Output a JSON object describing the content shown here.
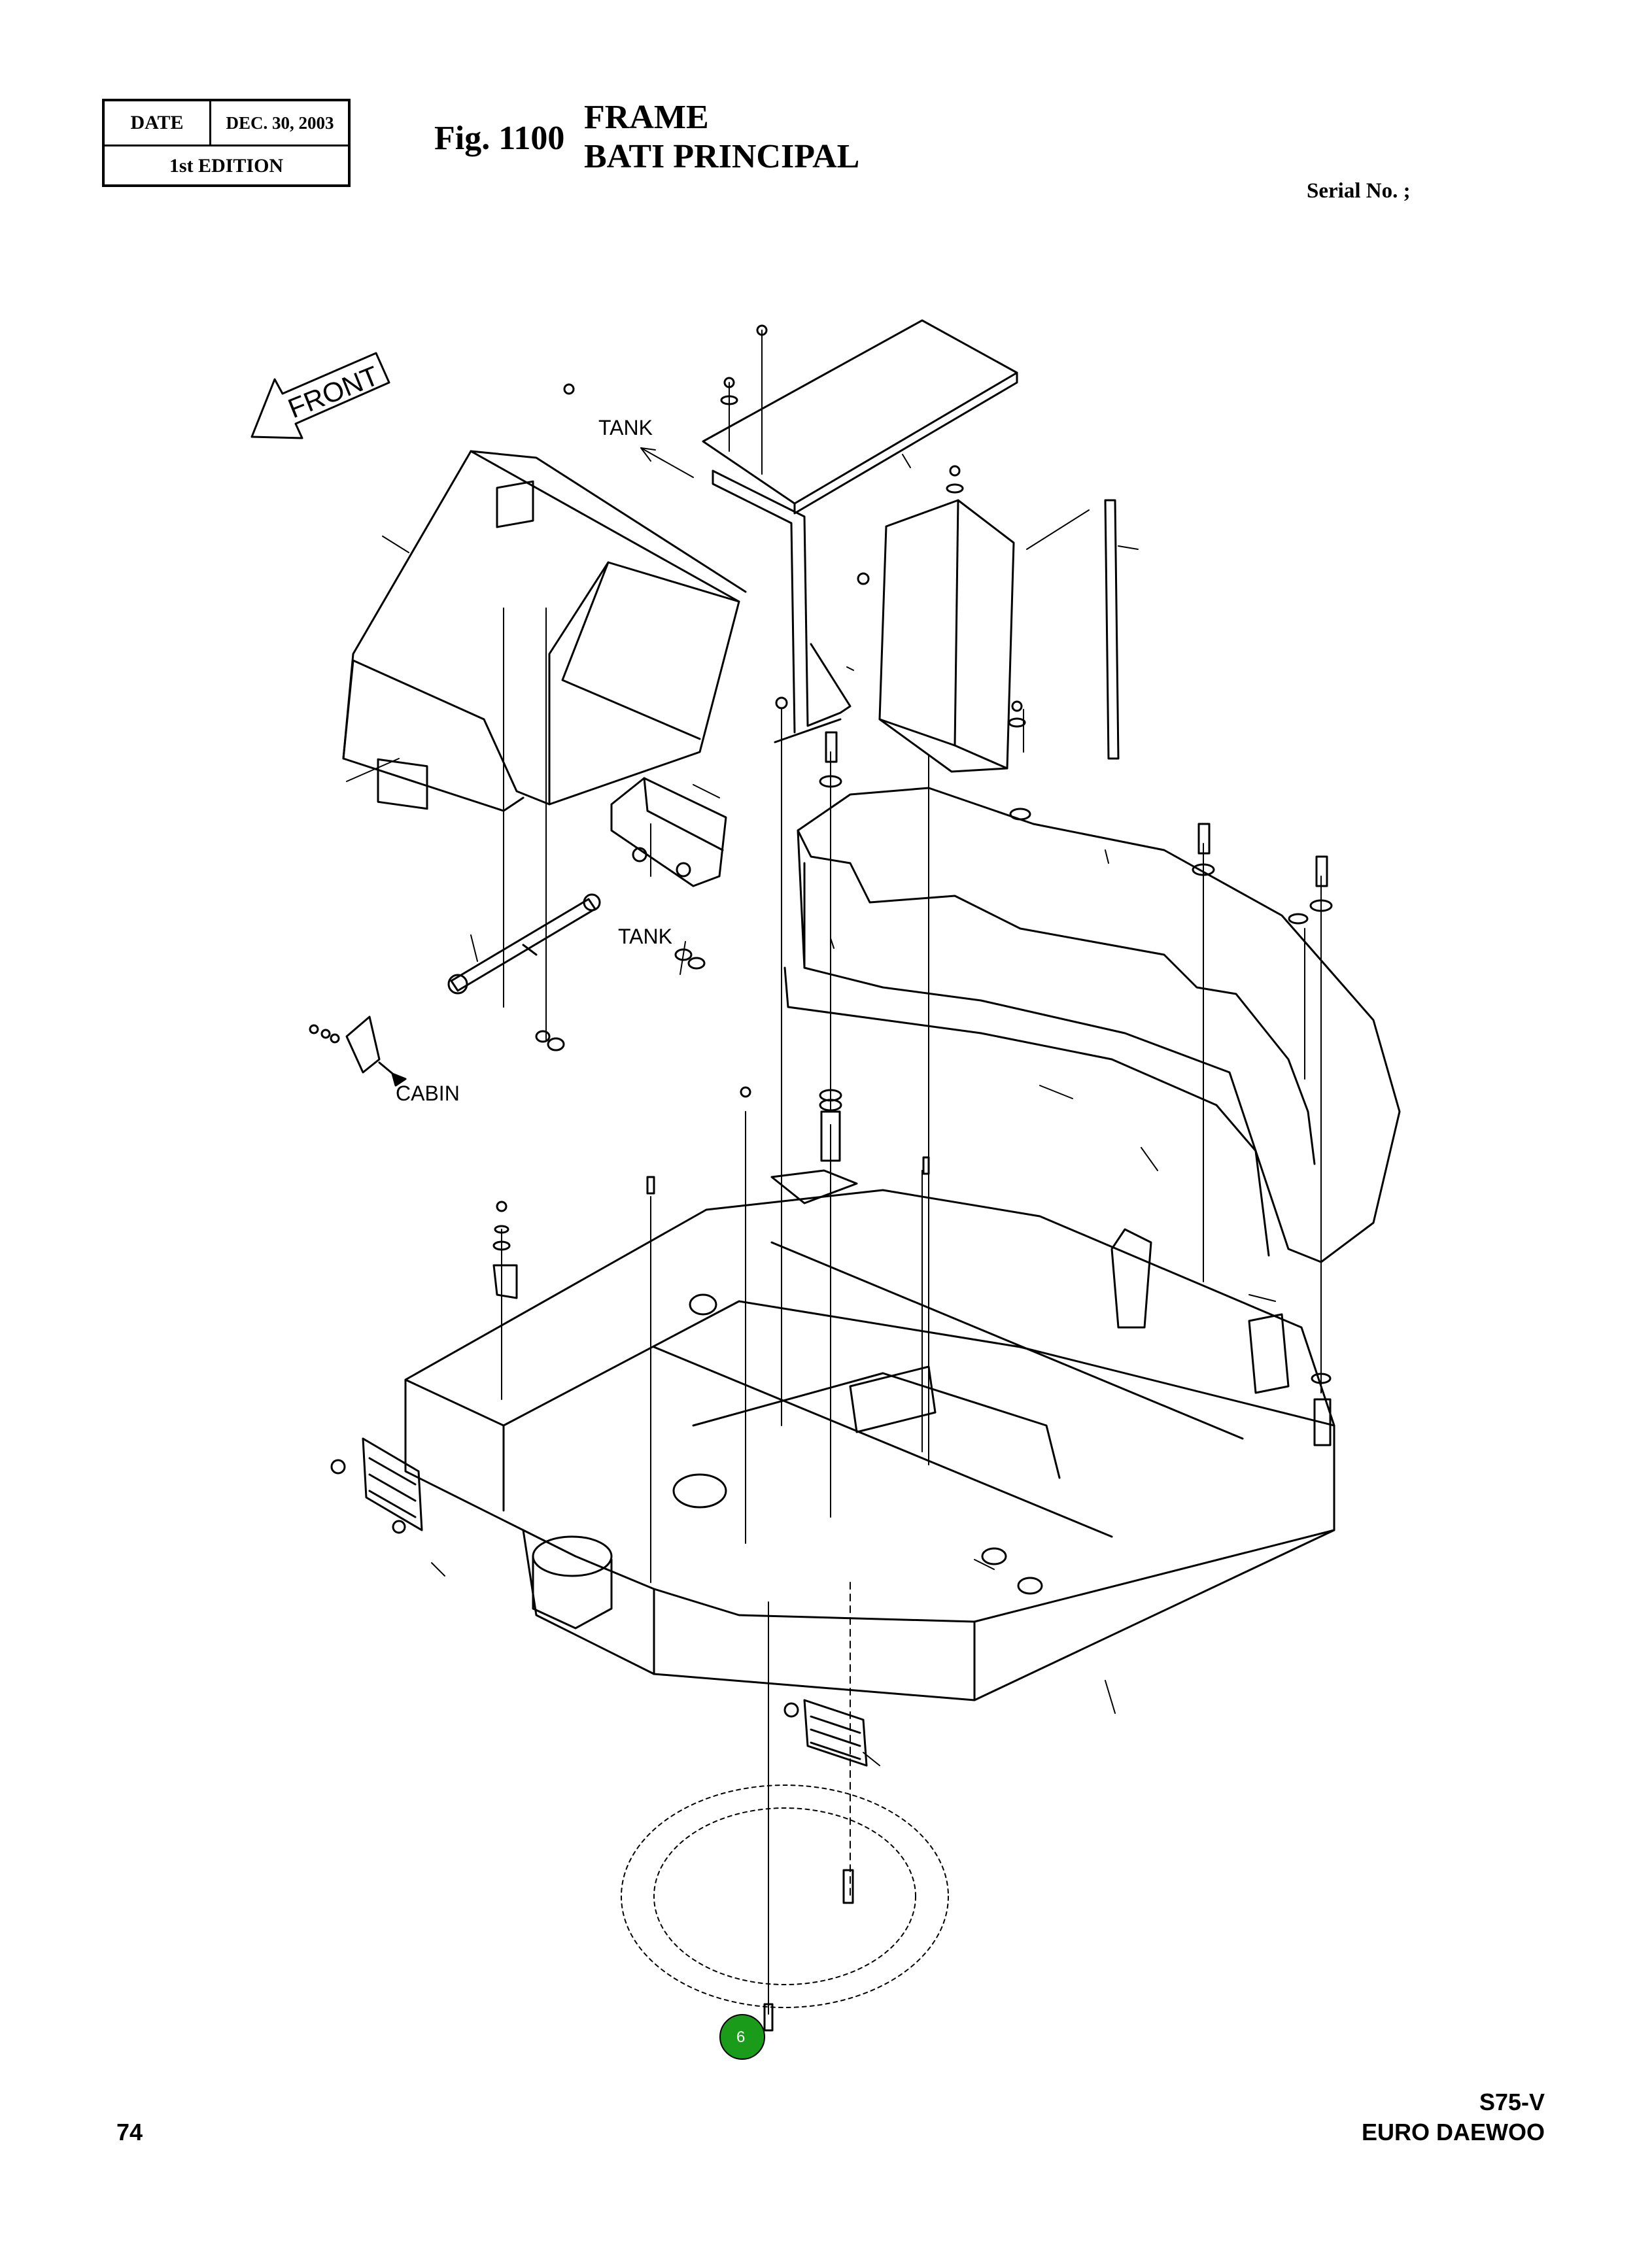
{
  "header": {
    "date_label": "DATE",
    "date_value": "DEC. 30, 2003",
    "edition": "1st EDITION",
    "fig_number": "Fig. 1100",
    "title_en": "FRAME",
    "title_fr": "BATI PRINCIPAL",
    "serial": "Serial No. ;"
  },
  "diagram": {
    "front_label": "FRONT",
    "labels": {
      "tank_upper": "TANK",
      "tank_lower": "TANK",
      "cabin": "CABIN"
    },
    "callout": {
      "number": "6",
      "color": "#1a9b1a"
    }
  },
  "footer": {
    "page_number": "74",
    "model": "S75-V",
    "brand": "EURO DAEWOO"
  }
}
